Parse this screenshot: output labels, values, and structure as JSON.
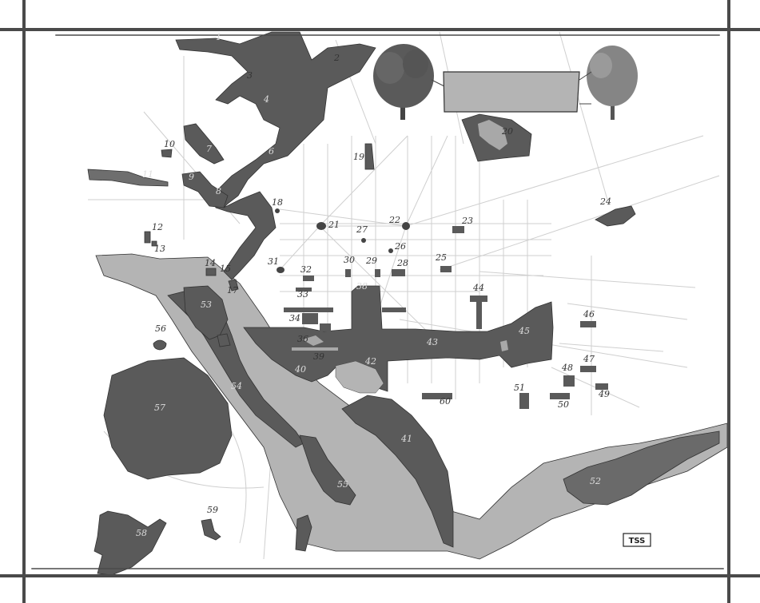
{
  "colors": {
    "dark_region": "#5a5a5a",
    "mid_region": "#8c8c8c",
    "light_region": "#b4b4b4",
    "street": "#cfcfcf",
    "frame": "#4a4a4a"
  },
  "signature": "TSS",
  "labels": [
    "1",
    "2",
    "3",
    "4",
    "6",
    "7",
    "8",
    "9",
    "10",
    "11",
    "12",
    "13",
    "14",
    "15",
    "17",
    "18",
    "19",
    "20",
    "21",
    "22",
    "23",
    "24",
    "25",
    "26",
    "27",
    "28",
    "29",
    "30",
    "31",
    "32",
    "33",
    "34",
    "36",
    "38",
    "39",
    "40",
    "41",
    "42",
    "43",
    "44",
    "45",
    "46",
    "47",
    "48",
    "49",
    "50",
    "51",
    "52",
    "53",
    "54",
    "55",
    "56",
    "57",
    "58",
    "59",
    "60"
  ]
}
